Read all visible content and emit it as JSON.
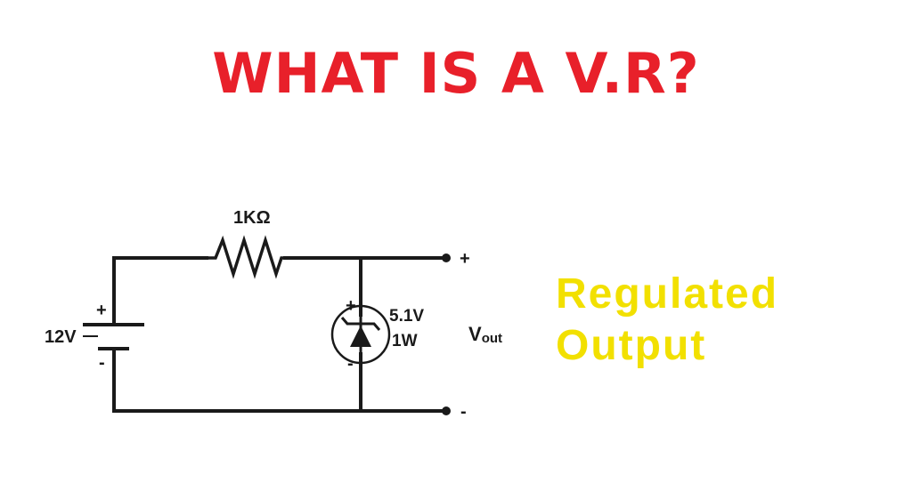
{
  "title": "WHAT IS A V.R?",
  "colors": {
    "title": "#e8202a",
    "caption": "#f2e000",
    "wire": "#1a1a1a",
    "background": "#ffffff"
  },
  "circuit": {
    "resistor_label": "1KΩ",
    "source_label": "12V",
    "source_plus": "+",
    "source_minus": "-",
    "zener_plus": "+",
    "zener_minus": "-",
    "zener_voltage": "5.1V",
    "zener_power": "1W",
    "output_plus": "+",
    "output_minus": "-",
    "vout_main": "V",
    "vout_sub": "out"
  },
  "caption": {
    "line1": "Regulated",
    "line2": "Output"
  }
}
